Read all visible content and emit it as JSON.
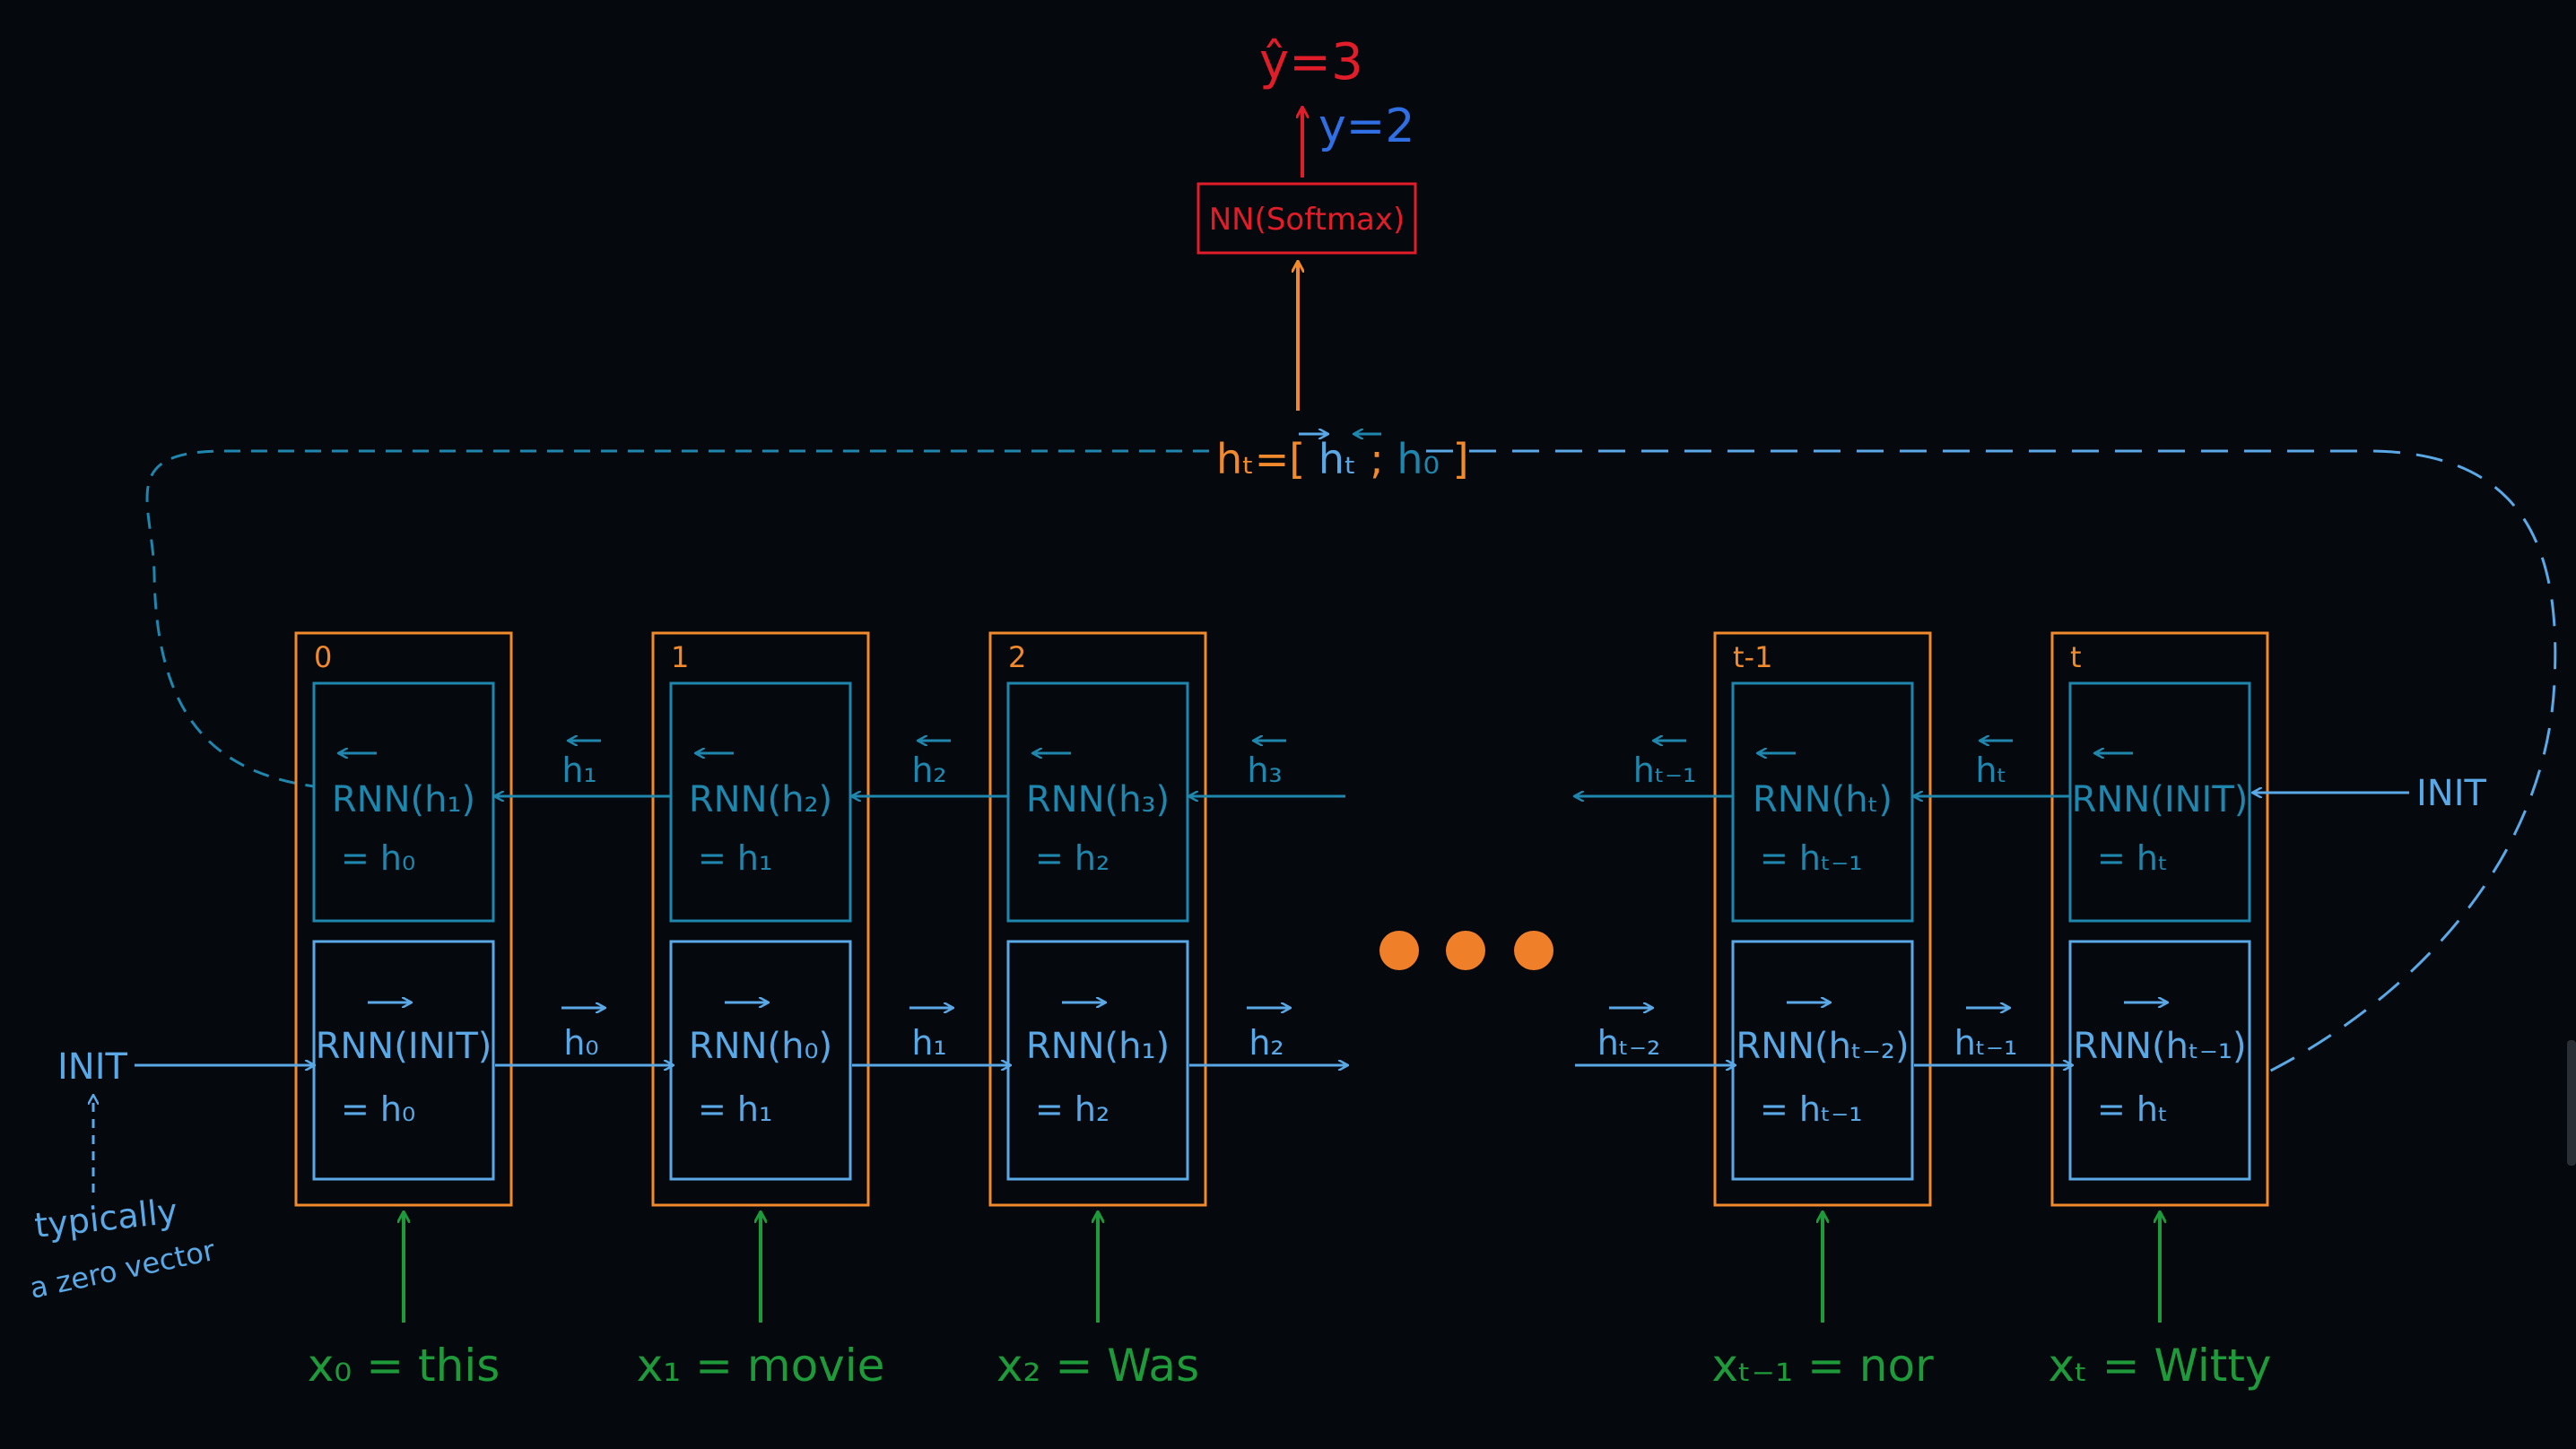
{
  "output": {
    "prediction_label": "ŷ=3",
    "target_label": "y=2",
    "classifier_label": "NN(Softmax)"
  },
  "concat": {
    "label": "hₜ=[",
    "fwd": "hₜ",
    "sep": ";",
    "bwd": "h₀",
    "close": "]"
  },
  "cells": [
    {
      "index": "0",
      "bwd_call": "RNN(h₁)",
      "bwd_out": "= h₀",
      "fwd_call": "RNN(INIT)",
      "fwd_out": "= h₀",
      "input": "x₀ = this"
    },
    {
      "index": "1",
      "bwd_call": "RNN(h₂)",
      "bwd_out": "= h₁",
      "fwd_call": "RNN(h₀)",
      "fwd_out": "= h₁",
      "input": "x₁ = movie"
    },
    {
      "index": "2",
      "bwd_call": "RNN(h₃)",
      "bwd_out": "= h₂",
      "fwd_call": "RNN(h₁)",
      "fwd_out": "= h₂",
      "input": "x₂ = Was"
    },
    {
      "index": "t-1",
      "bwd_call": "RNN(hₜ)",
      "bwd_out": "= hₜ₋₁",
      "fwd_call": "RNN(hₜ₋₂)",
      "fwd_out": "= hₜ₋₁",
      "input": "xₜ₋₁ = nor"
    },
    {
      "index": "t",
      "bwd_call": "RNN(INIT)",
      "bwd_out": "= hₜ",
      "fwd_call": "RNN(hₜ₋₁)",
      "fwd_out": "= hₜ",
      "input": "xₜ = Witty"
    }
  ],
  "edges": {
    "bwd": [
      "h₁",
      "h₂",
      "h₃",
      "hₜ₋₁",
      "hₜ"
    ],
    "fwd": [
      "h₀",
      "h₁",
      "h₂",
      "hₜ₋₂",
      "hₜ₋₁"
    ]
  },
  "init_left": "INIT",
  "init_right": "INIT",
  "note_line1": "typically",
  "note_line2": "a zero vector",
  "colors": {
    "background": "#05080d",
    "orange": "#f08a2c",
    "red": "#e11d2a",
    "blue": "#2f6fe3",
    "light_blue": "#5aa9e6",
    "dark_blue": "#1f86ad",
    "green": "#1e9a3a"
  }
}
